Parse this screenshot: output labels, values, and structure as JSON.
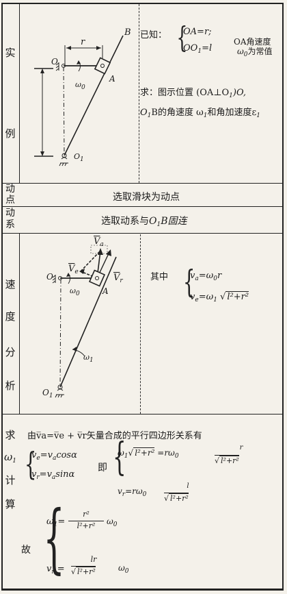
{
  "sections": {
    "example": {
      "label_top": "实",
      "label_bottom": "例"
    },
    "moving_point": {
      "label_1": "动",
      "label_2": "点",
      "text": "选取滑块为动点"
    },
    "moving_frame": {
      "label_1": "动",
      "label_2": "系",
      "text_prefix": "选取动系与",
      "body": "O",
      "sub": "1",
      "text_suffix": "B固连"
    },
    "velocity": {
      "label_1": "速",
      "label_2": "度",
      "label_3": "分",
      "label_4": "析"
    },
    "compute": {
      "label_1": "求",
      "label_2": "ω",
      "label_2_sub": "1",
      "label_3": "计",
      "label_4": "算"
    }
  },
  "given": {
    "prefix": "已知：",
    "eq1": "OA=r;",
    "eq2_lhs": "OO",
    "eq2_sub": "1",
    "eq2_rhs": "=l",
    "note1": "OA角速度",
    "note2_sym": "ω",
    "note2_sub": "0",
    "note2_text": "为常值",
    "find_line1": "求：图示位置 (OA⊥O",
    "find_line1_sub": "1",
    "find_line1_end": ")O,",
    "find_line2_a": "O",
    "find_line2_sub": "1",
    "find_line2_b": "B的角速度 ω",
    "find_line2_sub2": "1",
    "find_line2_c": "和角加速度ε",
    "find_line2_sub3": "1"
  },
  "figure1": {
    "label_B": "B",
    "label_r": "r",
    "label_O": "O",
    "label_A": "A",
    "label_w0": "ω",
    "label_w0_sub": "0",
    "label_O1": "O",
    "label_O1_sub": "1"
  },
  "figure2": {
    "label_Va": "V",
    "label_Va_sub": "a",
    "label_Ve": "V",
    "label_Ve_sub": "e",
    "label_Vr": "V",
    "label_Vr_sub": "r",
    "label_O": "O",
    "label_A": "A",
    "label_w0": "ω",
    "label_w0_sub": "0",
    "label_w1": "ω",
    "label_w1_sub": "1",
    "label_O1": "O",
    "label_O1_sub": "1"
  },
  "where": {
    "prefix": "其中",
    "eq1_lhs": "v",
    "eq1_sub": "a",
    "eq1_rhs": "=ω",
    "eq1_rhs_sub": "0",
    "eq1_tail": "r",
    "eq2_lhs": "v",
    "eq2_sub": "e",
    "eq2_rhs": "=ω",
    "eq2_rhs_sub": "1",
    "eq2_root": "l²+r²"
  },
  "compute": {
    "intro": "由v̅a=v̅e + v̅r矢量合成的平行四边形关系有",
    "eq1": "v",
    "eq1_sub": "e",
    "eq1_rhs": "=v",
    "eq1_rhs_sub": "a",
    "eq1_tail": "cosα",
    "eq2": "v",
    "eq2_sub": "r",
    "eq2_rhs": "=v",
    "eq2_rhs_sub": "a",
    "eq2_tail": "sinα",
    "ji": "即",
    "eq3_lhs": "ω",
    "eq3_sub": "1",
    "eq3_root": "l²+r²",
    "eq3_mid": "=rω",
    "eq3_mid_sub": "0",
    "eq3_num": "r",
    "eq3_den": "l²+r²",
    "eq4_lhs": "v",
    "eq4_sub": "r",
    "eq4_mid": "=rω",
    "eq4_mid_sub": "0",
    "eq4_num": "l",
    "eq4_den": "l²+r²",
    "gu": "故",
    "res1_lhs": "ω",
    "res1_sub": "1",
    "res1_num": "r²",
    "res1_den": "l²+r²",
    "res1_tail": "ω",
    "res1_tail_sub": "0",
    "res2_lhs": "v",
    "res2_sub": "r",
    "res2_num": "lr",
    "res2_den": "l²+r²",
    "res2_tail": "ω",
    "res2_tail_sub": "0"
  }
}
